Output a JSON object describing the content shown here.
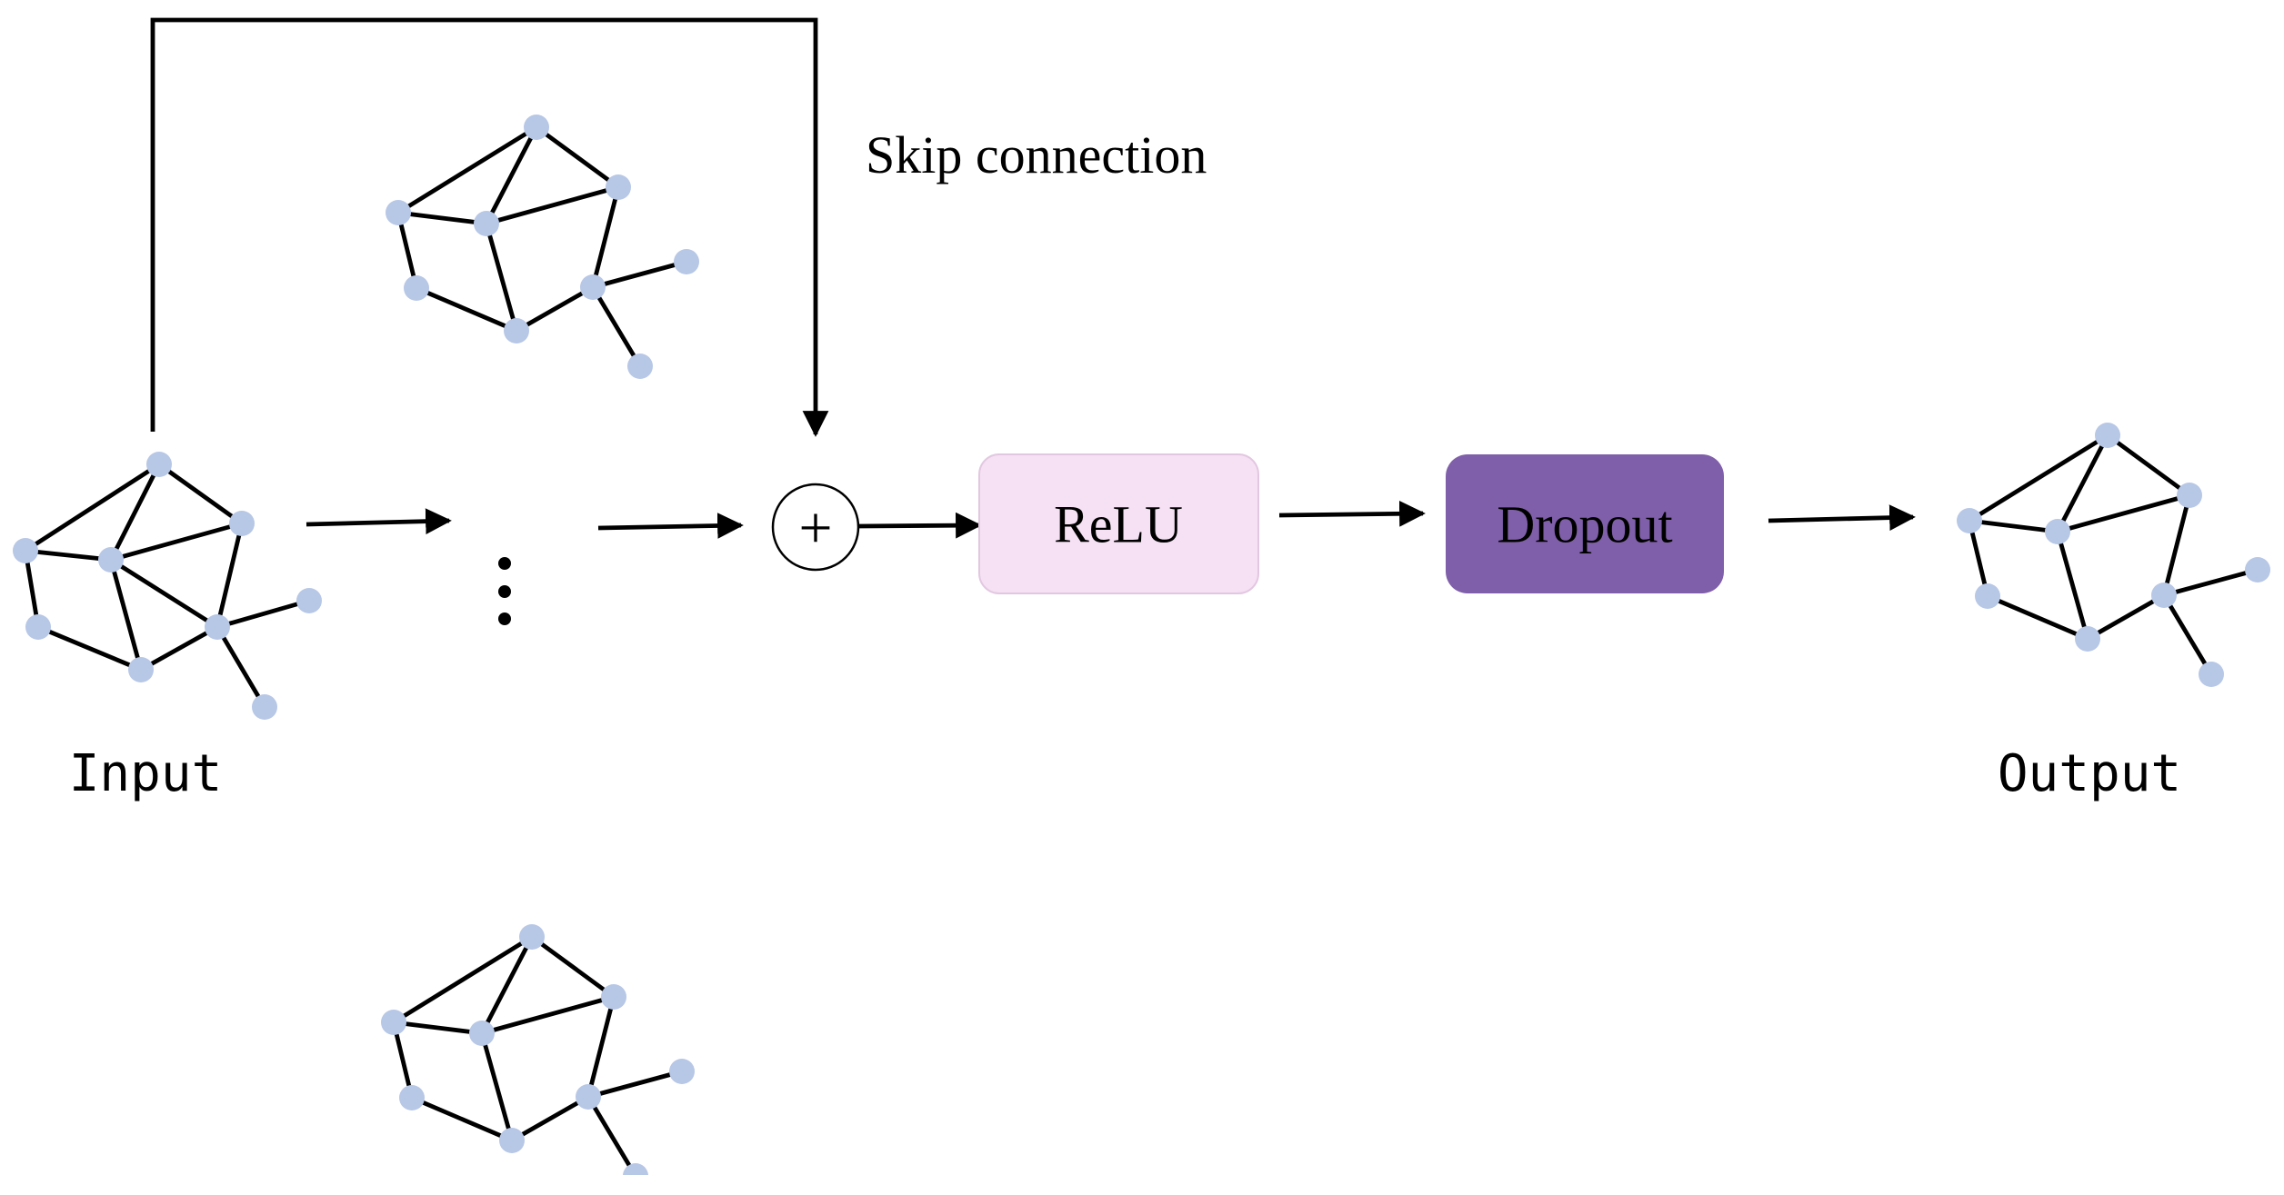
{
  "labels": {
    "skip": "Skip connection",
    "input": "Input",
    "output": "Output",
    "relu": "ReLU",
    "dropout": "Dropout",
    "add_symbol": "+"
  },
  "colors": {
    "node": "#b7c7e6",
    "edge": "#000000",
    "relu_fill": "#f5e1f3",
    "relu_stroke": "#e2c7e0",
    "dropout_fill": "#7f5fa9",
    "text": "#000000"
  }
}
